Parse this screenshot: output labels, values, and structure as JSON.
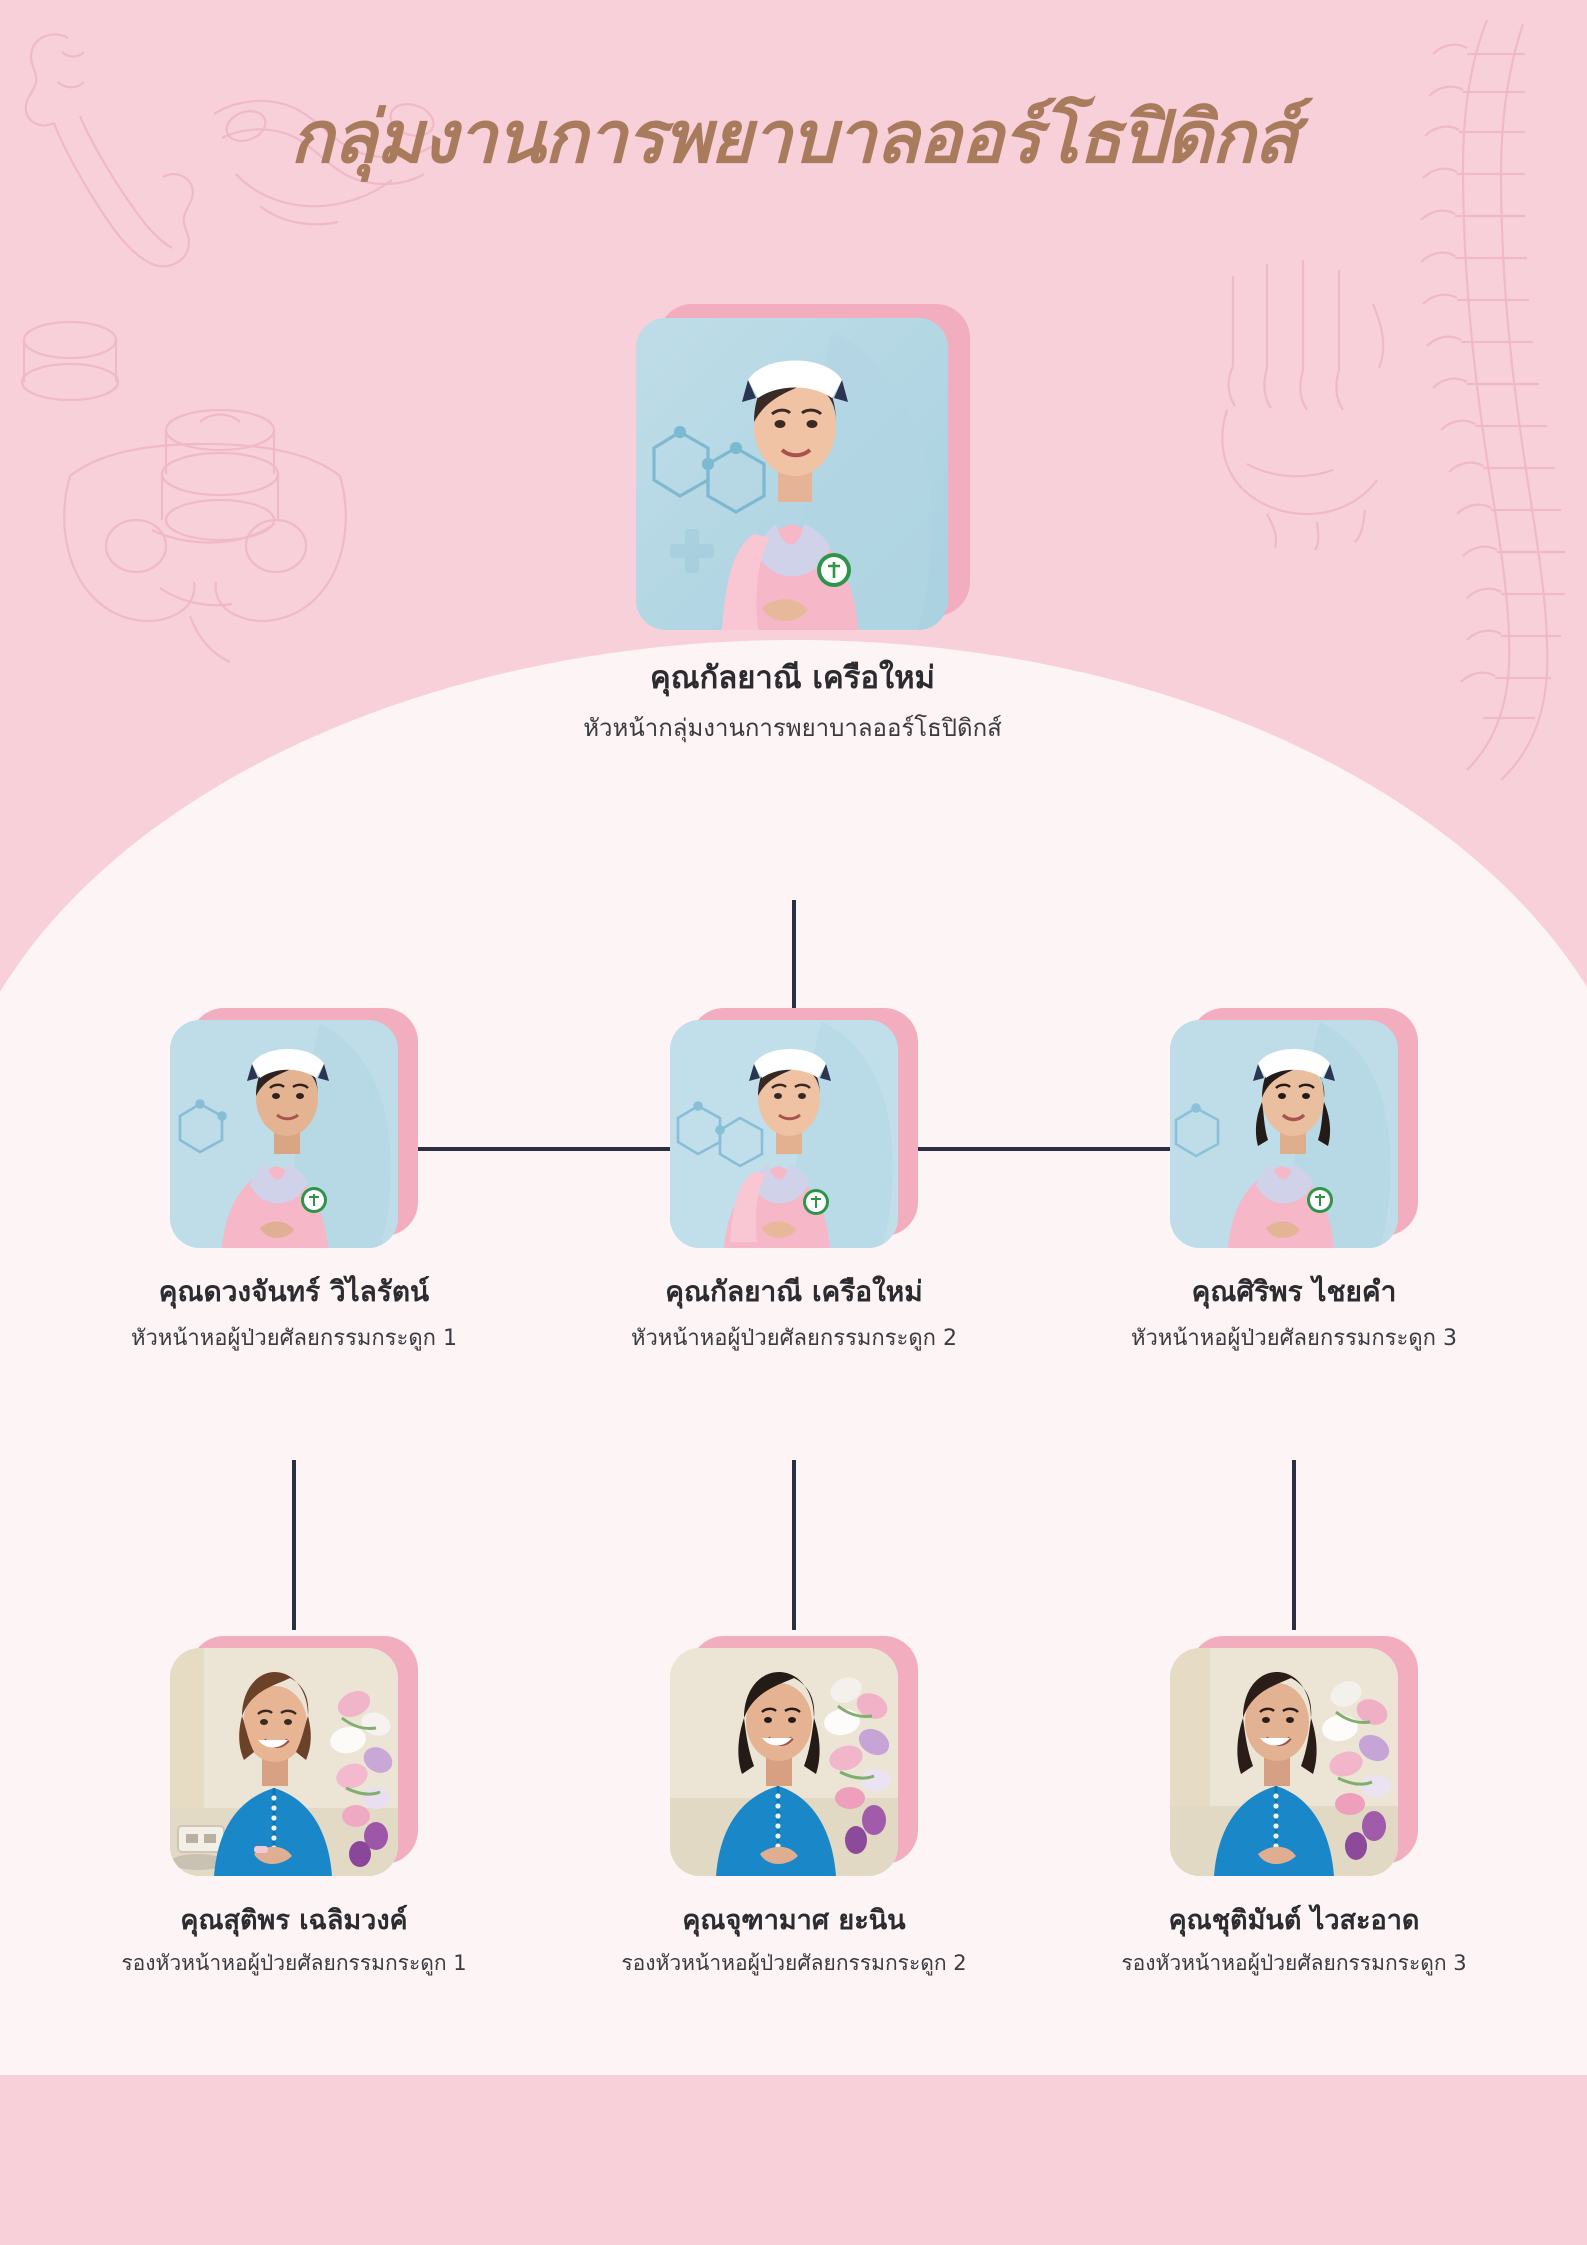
{
  "page": {
    "title": "กลุ่มงานการพยาบาลออร์โธปิดิกส์",
    "background_color": "#f8d0d9",
    "arch_color": "#fdf4f6",
    "title_color": "#a97b5d",
    "card_shadow_color": "#f2aebf",
    "connector_color": "#2b2f42"
  },
  "chart_data": {
    "type": "diagram",
    "title": "กลุ่มงานการพยาบาลออร์โธปิดิกส์",
    "levels": 3,
    "nodes": [
      {
        "id": "head",
        "level": 0,
        "name": "คุณกัลยาณี  เครือใหม่",
        "role": "หัวหน้ากลุ่มงานการพยาบาลออร์โธปิดิกส์",
        "uniform": "pink",
        "parent": null
      },
      {
        "id": "ward1-head",
        "level": 1,
        "name": "คุณดวงจันทร์ วิไลรัตน์",
        "role": "หัวหน้าหอผู้ป่วยศัลยกรรมกระดูก 1",
        "uniform": "pink",
        "parent": "head"
      },
      {
        "id": "ward2-head",
        "level": 1,
        "name": "คุณกัลยาณี  เครือใหม่",
        "role": "หัวหน้าหอผู้ป่วยศัลยกรรมกระดูก 2",
        "uniform": "pink",
        "parent": "head"
      },
      {
        "id": "ward3-head",
        "level": 1,
        "name": "คุณศิริพร  ไชยคำ",
        "role": "หัวหน้าหอผู้ป่วยศัลยกรรมกระดูก 3",
        "uniform": "pink",
        "parent": "head"
      },
      {
        "id": "ward1-deputy",
        "level": 2,
        "name": "คุณสุติพร  เฉลิมวงค์",
        "role": "รองหัวหน้าหอผู้ป่วยศัลยกรรมกระดูก 1",
        "uniform": "blue",
        "parent": "ward1-head"
      },
      {
        "id": "ward2-deputy",
        "level": 2,
        "name": "คุณจุฑามาศ ยะนิน",
        "role": "รองหัวหน้าหอผู้ป่วยศัลยกรรมกระดูก 2",
        "uniform": "blue",
        "parent": "ward2-head"
      },
      {
        "id": "ward3-deputy",
        "level": 2,
        "name": "คุณชุติมันต์ ไวสะอาด",
        "role": "รองหัวหน้าหอผู้ป่วยศัลยกรรมกระดูก 3",
        "uniform": "blue",
        "parent": "ward3-head"
      }
    ]
  },
  "decorations": [
    {
      "name": "femur-bone-illustration",
      "position": "top-left"
    },
    {
      "name": "elbow-joint-illustration",
      "position": "upper-left"
    },
    {
      "name": "pelvis-illustration",
      "position": "mid-left"
    },
    {
      "name": "vertebrae-illustration",
      "position": "left"
    },
    {
      "name": "hand-bones-illustration",
      "position": "upper-right"
    },
    {
      "name": "spine-illustration",
      "position": "right"
    }
  ]
}
